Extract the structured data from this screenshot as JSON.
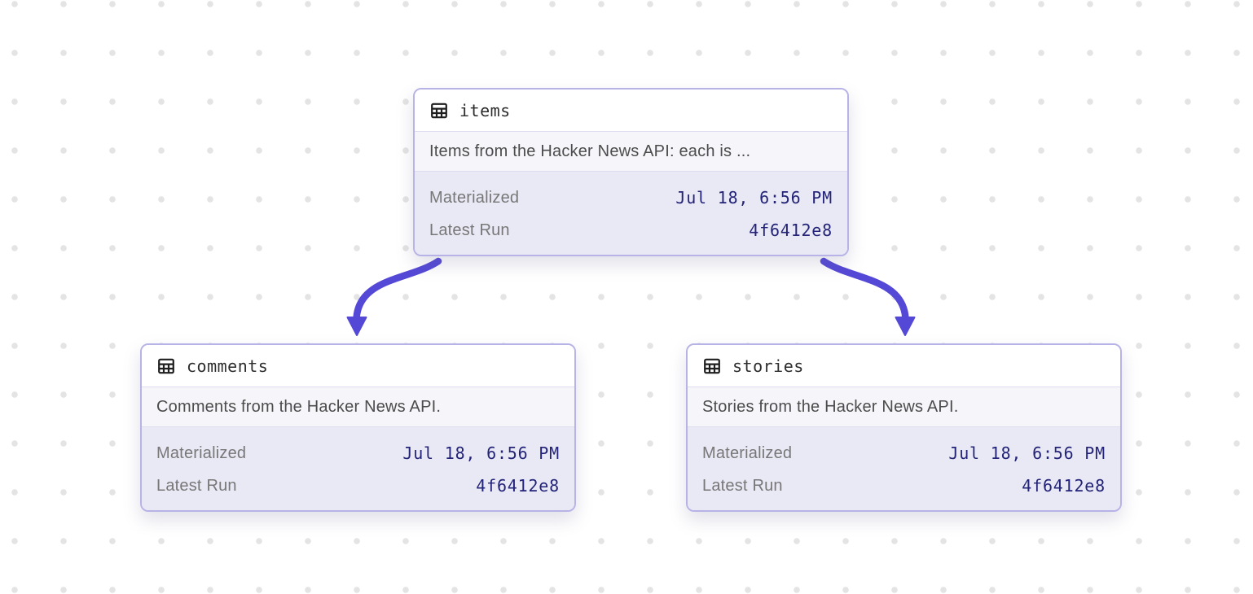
{
  "view": {
    "name": "Asset lineage graph"
  },
  "colors": {
    "canvas_bg": "#ffffff",
    "dot": "#e4e4e4",
    "edge": "#5448d6",
    "node_border": "#b7b3e6",
    "header_bg": "#ffffff",
    "description_bg": "#f5f5fa",
    "stats_bg": "#e9e9f6",
    "divider": "#ddddef",
    "title_text": "#2d2d2d",
    "description_text": "#4c4c4c",
    "label_text": "#777777",
    "value_text": "#232378"
  },
  "nodes": [
    {
      "id": "items",
      "icon": "table-icon",
      "title": "items",
      "description": "Items from the Hacker News API: each is ...",
      "stats": [
        {
          "label": "Materialized",
          "value": "Jul 18, 6:56 PM"
        },
        {
          "label": "Latest Run",
          "value": "4f6412e8"
        }
      ]
    },
    {
      "id": "comments",
      "icon": "table-icon",
      "title": "comments",
      "description": "Comments from the Hacker News API.",
      "stats": [
        {
          "label": "Materialized",
          "value": "Jul 18, 6:56 PM"
        },
        {
          "label": "Latest Run",
          "value": "4f6412e8"
        }
      ]
    },
    {
      "id": "stories",
      "icon": "table-icon",
      "title": "stories",
      "description": "Stories from the Hacker News API.",
      "stats": [
        {
          "label": "Materialized",
          "value": "Jul 18, 6:56 PM"
        },
        {
          "label": "Latest Run",
          "value": "4f6412e8"
        }
      ]
    }
  ],
  "edges": [
    {
      "from": "items",
      "to": "comments"
    },
    {
      "from": "items",
      "to": "stories"
    }
  ]
}
